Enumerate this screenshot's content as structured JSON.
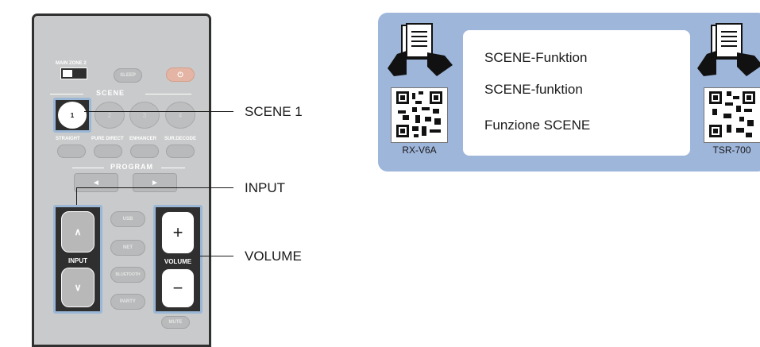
{
  "remote": {
    "main_zone_label": "MAIN  ZONE 2",
    "sleep_label": "SLEEP",
    "power_icon": "power-icon",
    "scene_header": "SCENE",
    "scene_buttons": [
      "1",
      "2",
      "3",
      "4"
    ],
    "mode_buttons": [
      "STRAIGHT",
      "PURE DIRECT",
      "ENHANCER",
      "SUR.DECODE"
    ],
    "program_header": "PROGRAM",
    "input_label": "INPUT",
    "input_up": "∧",
    "input_down": "∨",
    "source_buttons": [
      "USB",
      "NET",
      "BLUETOOTH",
      "PARTY"
    ],
    "volume_label": "VOLUME",
    "volume_plus": "+",
    "volume_minus": "−",
    "mute_label": "MUTE"
  },
  "callouts": {
    "scene1": "SCENE 1",
    "input": "INPUT",
    "volume": "VOLUME"
  },
  "panel": {
    "functions": [
      "SCENE-Funktion",
      "SCENE-funktion",
      "Funzione SCENE"
    ],
    "left_model": "RX-V6A",
    "right_model": "TSR-700",
    "accent": "#9fb6db"
  }
}
